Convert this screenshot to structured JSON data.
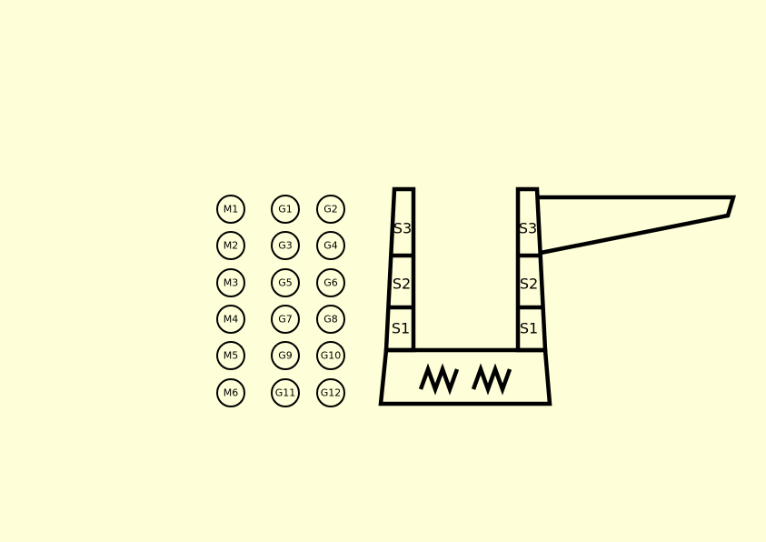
{
  "colors": {
    "background": "#fefed8",
    "stroke": "#000000"
  },
  "markers": {
    "column_m": [
      "M1",
      "M2",
      "M3",
      "M4",
      "M5",
      "M6"
    ],
    "column_g_left": [
      "G1",
      "G3",
      "G5",
      "G7",
      "G9",
      "G11"
    ],
    "column_g_right": [
      "G2",
      "G4",
      "G6",
      "G8",
      "G10",
      "G12"
    ]
  },
  "apparatus": {
    "left_column_shelves": [
      "S3",
      "S2",
      "S1"
    ],
    "right_column_shelves": [
      "S3",
      "S2",
      "S1"
    ],
    "heater_icon": "heating-element-icon"
  }
}
